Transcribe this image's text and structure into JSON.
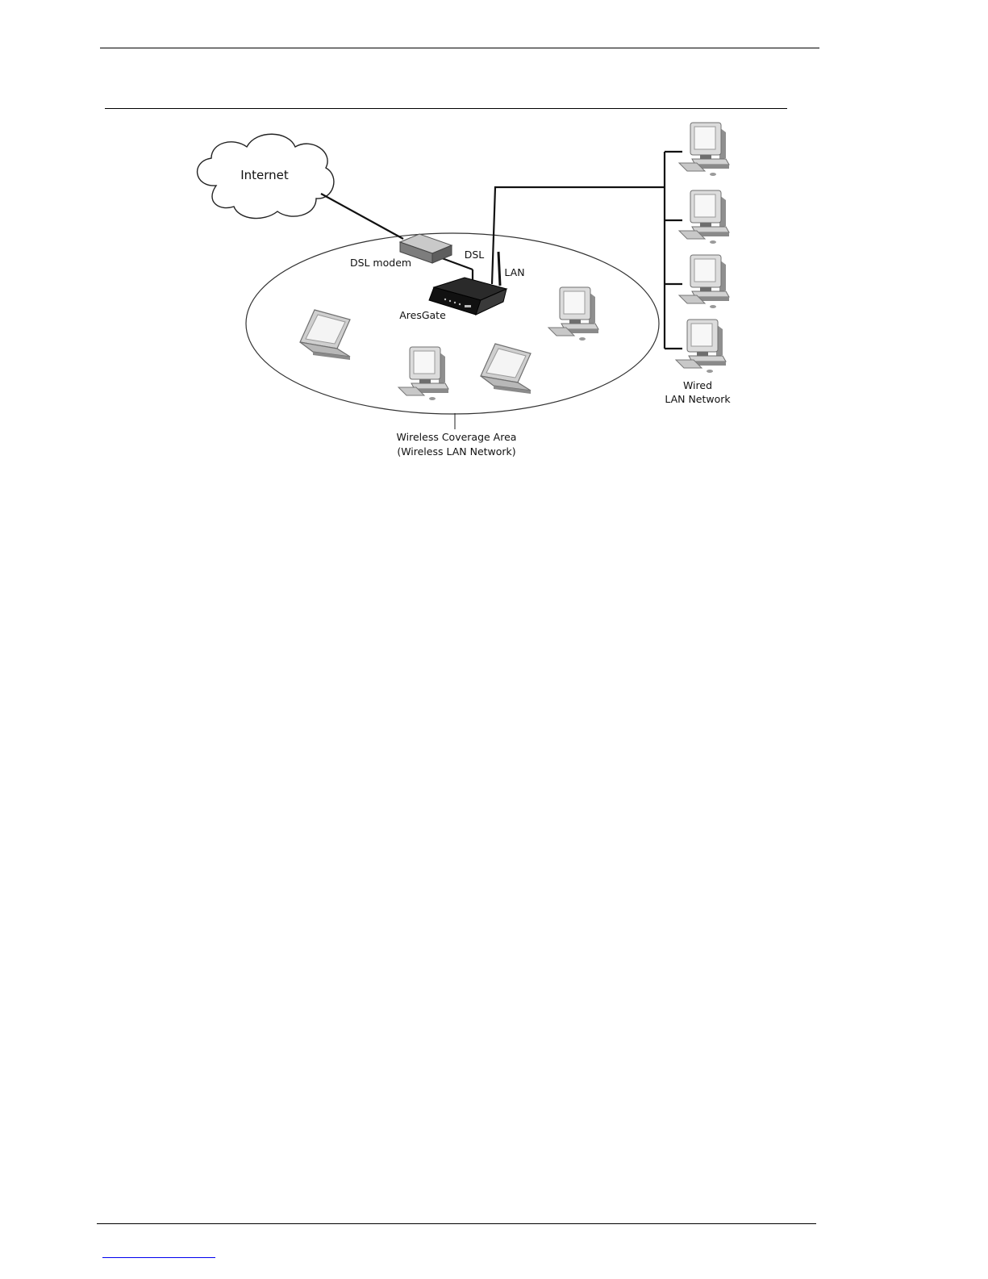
{
  "diagram": {
    "internet_label": "Internet",
    "dsl_modem_label": "DSL modem",
    "dsl_label": "DSL",
    "lan_label": "LAN",
    "router_label": "AresGate",
    "wired_label_line1": "Wired",
    "wired_label_line2": "LAN Network",
    "wireless_label_line1": "Wireless Coverage Area",
    "wireless_label_line2": "(Wireless LAN Network)"
  }
}
